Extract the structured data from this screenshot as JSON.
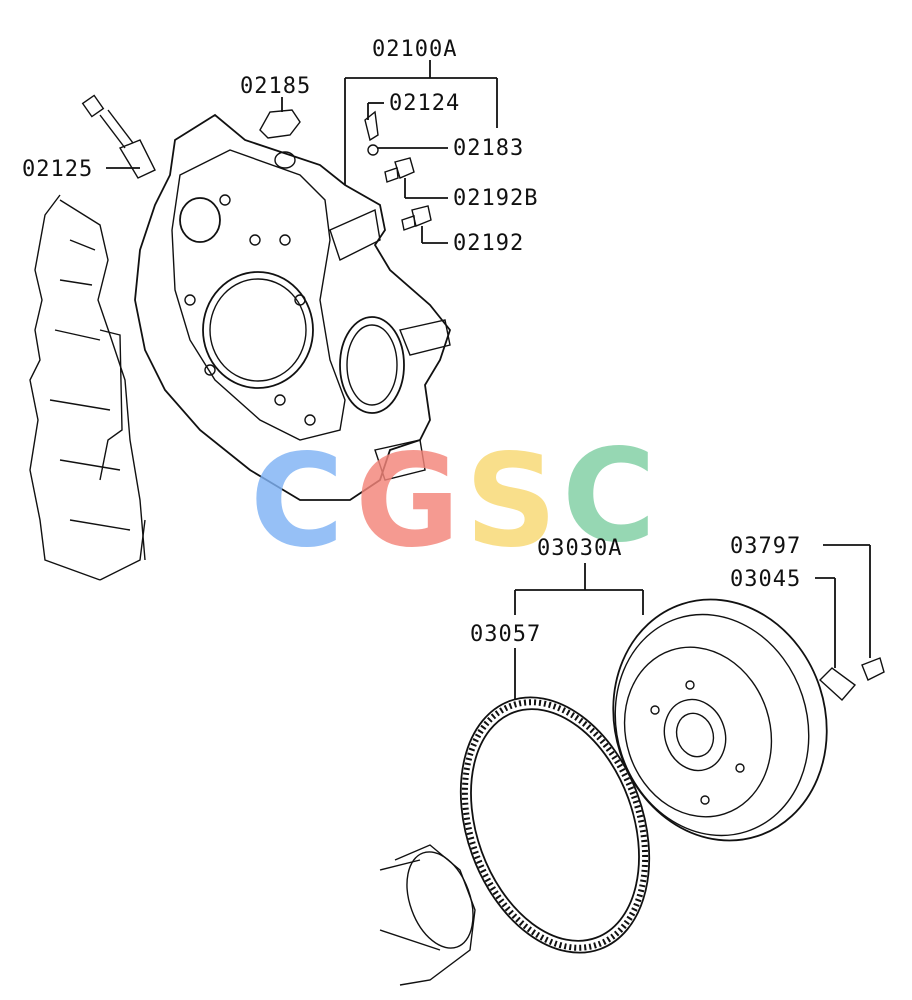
{
  "parts": {
    "flywheel_housing_assy": "02100A",
    "plug": "02185",
    "bracket": "02124",
    "nut": "02183",
    "sensor": "02125",
    "bolt_b": "02192B",
    "bolt": "02192",
    "flywheel_assy": "03030A",
    "ring_gear": "03057",
    "bolt_flywheel": "03797",
    "washer_plate": "03045"
  },
  "watermark": {
    "letters": [
      "C",
      "G",
      "S",
      "C"
    ],
    "colors": [
      "#7fb3f5",
      "#f4857a",
      "#f8d872",
      "#7fcfa3"
    ]
  }
}
